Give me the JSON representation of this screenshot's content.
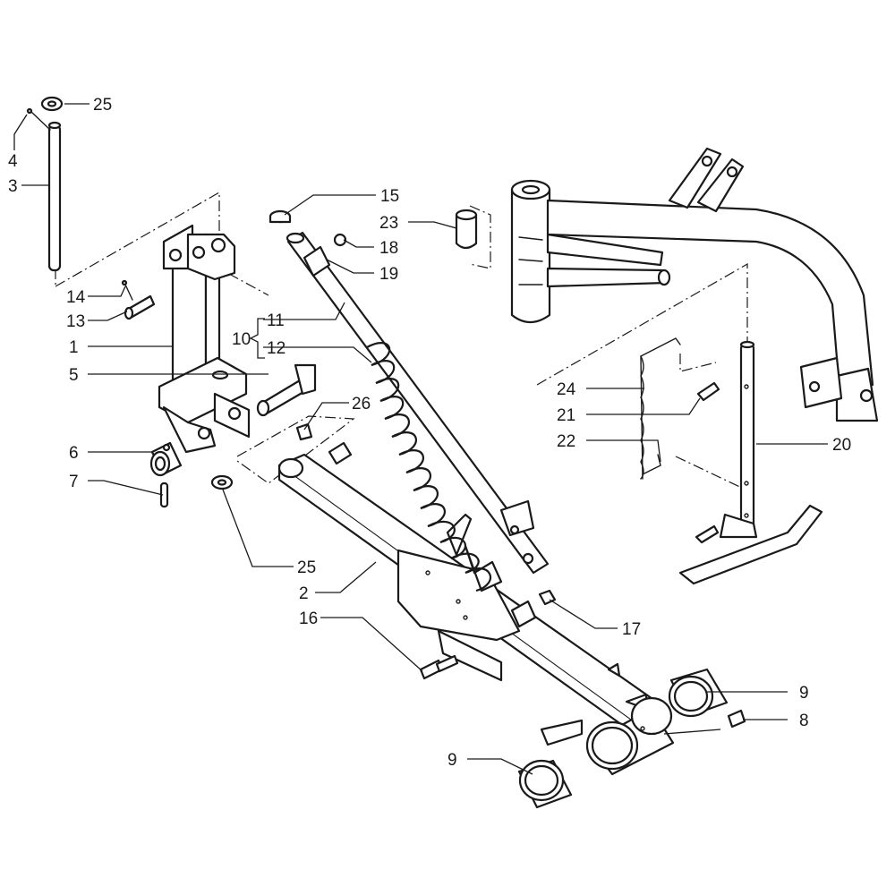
{
  "labels": {
    "l1": "1",
    "l2": "2",
    "l3": "3",
    "l4": "4",
    "l5": "5",
    "l6": "6",
    "l7": "7",
    "l8": "8",
    "l9a": "9",
    "l9b": "9",
    "l10": "10",
    "l11": "11",
    "l12": "12",
    "l13": "13",
    "l14": "14",
    "l15": "15",
    "l16": "16",
    "l17": "17",
    "l18": "18",
    "l19": "19",
    "l20": "20",
    "l21": "21",
    "l22": "22",
    "l23": "23",
    "l24": "24",
    "l25a": "25",
    "l25b": "25",
    "l26": "26"
  },
  "colors": {
    "line": "#1a1a1a",
    "background": "#ffffff"
  }
}
